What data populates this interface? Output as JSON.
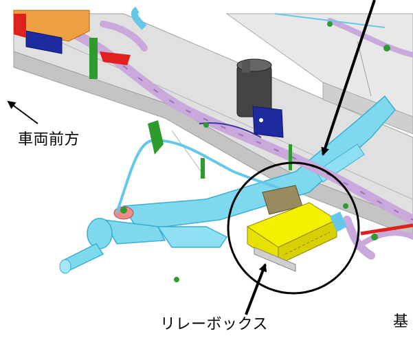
{
  "labels": {
    "vehicle_front": "車両前方",
    "relay_box": "リレーボックス",
    "base_partial": "基"
  },
  "colors": {
    "frame": "#d9d9d9",
    "frame_shadow": "#bdbdbd",
    "axle": "#7ed8ee",
    "axle_dark": "#3aaed0",
    "harness": "#c9a8dc",
    "harness_dark": "#9a72b6",
    "hose": "#66c8e8",
    "green": "#2e9b2e",
    "relay_box": "#f5f000",
    "red": "#e0201c",
    "orange": "#f0a040",
    "navy": "#1e2aa0"
  }
}
